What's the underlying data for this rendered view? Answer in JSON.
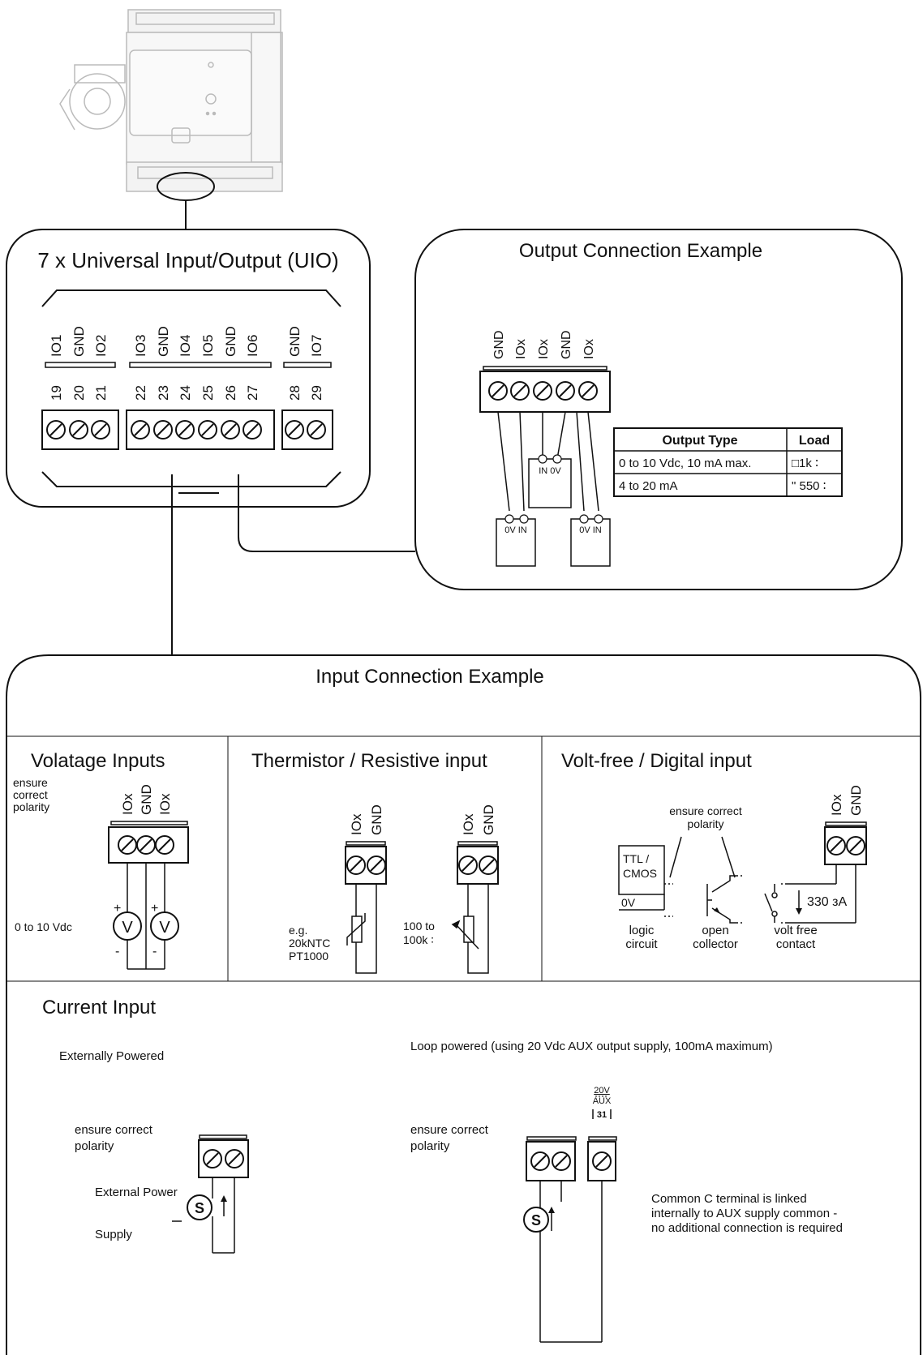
{
  "uio_panel": {
    "title": "7 x Universal Input/Output (UIO)",
    "labels": [
      "IO1",
      "GND",
      "IO2",
      "IO3",
      "GND",
      "IO4",
      "IO5",
      "GND",
      "IO6",
      "GND",
      "IO7"
    ],
    "numbers": [
      "19",
      "20",
      "21",
      "22",
      "23",
      "24",
      "25",
      "26",
      "27",
      "28",
      "29"
    ]
  },
  "output_example": {
    "title": "Output Connection Example",
    "terminal_labels": [
      "GND",
      "IOx",
      "IOx",
      "GND",
      "IOx"
    ],
    "center_box_label": "IN 0V",
    "left_box_label": "0V IN",
    "right_box_label": "0V IN",
    "table": {
      "headers": [
        "Output Type",
        "Load"
      ],
      "rows": [
        [
          "0 to 10 Vdc, 10 mA max.",
          "□1k ∶"
        ],
        [
          "4 to 20 mA",
          "\" 550 ∶"
        ]
      ]
    }
  },
  "input_example": {
    "title": "Input Connection Example",
    "voltage": {
      "title": "Volatage Inputs",
      "note": [
        "ensure",
        "correct",
        "polarity"
      ],
      "terminals": [
        "IOx",
        "GND",
        "IOx"
      ],
      "range": "0 to 10 Vdc",
      "plus": "+",
      "minus": "-",
      "meter": "V"
    },
    "thermistor": {
      "title": "Thermistor / Resistive input",
      "terminals_a": [
        "IOx",
        "GND"
      ],
      "terminals_b": [
        "IOx",
        "GND"
      ],
      "label_a": [
        "e.g.",
        "20kNTC",
        "PT1000"
      ],
      "label_b": [
        "100 to",
        "100k ∶"
      ]
    },
    "voltfree": {
      "title": "Volt-free / Digital input",
      "terminals": [
        "IOx",
        "GND"
      ],
      "note": [
        "ensure correct",
        "polarity"
      ],
      "ttl": [
        "TTL /",
        "CMOS"
      ],
      "zero_v": "0V",
      "current": "330 зA",
      "captions": [
        [
          "logic",
          "circuit"
        ],
        [
          "open",
          "collector"
        ],
        [
          "volt free",
          "contact"
        ]
      ]
    }
  },
  "current_input": {
    "title": "Current Input",
    "external_label": "Externally Powered",
    "loop_label": "Loop powered (using 20 Vdc AUX output supply, 100mA maximum)",
    "note_a": [
      "ensure correct",
      "polarity"
    ],
    "note_b": [
      "ensure correct",
      "polarity"
    ],
    "external_power": [
      "External  Power",
      "Supply"
    ],
    "sensor_symbol": "S",
    "aux": [
      "20V",
      "AUX",
      "31"
    ],
    "common_note": [
      "Common C terminal is linked",
      "internally to AUX supply common -",
      "no additional connection is required"
    ]
  }
}
